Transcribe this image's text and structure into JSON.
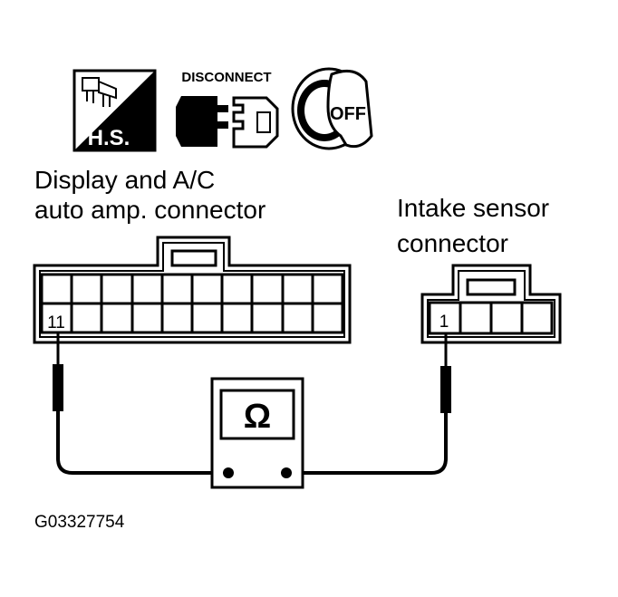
{
  "icons": {
    "harness_icon": "harness-side-icon",
    "harness_label": "H.S.",
    "disconnect_icon": "disconnect-connector-icon",
    "disconnect_label": "DISCONNECT",
    "ignition_icon": "ignition-key-off-icon",
    "ignition_label": "OFF"
  },
  "left_connector": {
    "label_line1": "Display and A/C",
    "label_line2": "auto amp. connector",
    "pin": "11"
  },
  "right_connector": {
    "label_line1": "Intake sensor",
    "label_line2": "connector",
    "pin": "1"
  },
  "meter": {
    "symbol": "Ω"
  },
  "figure_code": "G03327754",
  "colors": {
    "line": "#000000",
    "background": "#ffffff"
  }
}
